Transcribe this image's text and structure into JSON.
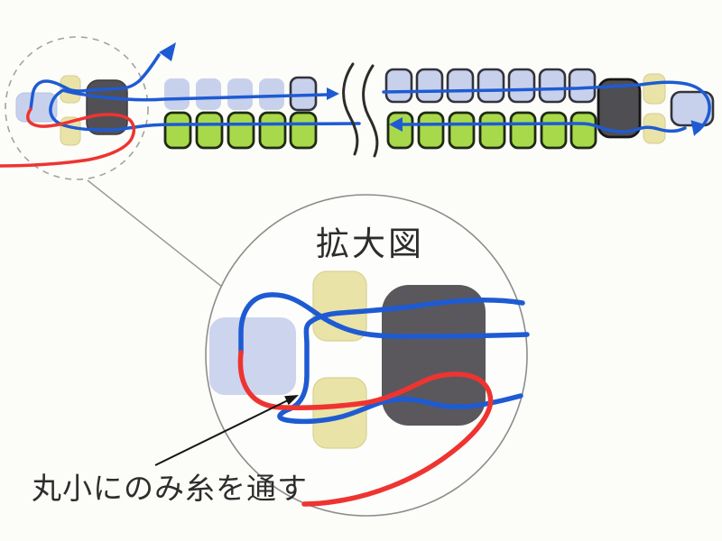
{
  "labels": {
    "magnified_view_title": "拡大図",
    "annotation": "丸小にのみ糸を通す"
  },
  "colors": {
    "thread_blue": "#1e5bd3",
    "thread_red": "#ee3431",
    "bead_light_blue": "#c8d1ec",
    "bead_green": "#a8d94b",
    "bead_yellow": "#e9e3a8",
    "bead_dark_gray": "#525055",
    "bead_outline_dark": "#26262e",
    "circle_outline": "#8d8d8d",
    "text": "#2d2d2d",
    "background": "#fcfcf9"
  },
  "figure": {
    "type": "beading-instruction-diagram",
    "top_row_left_bead_count": 5,
    "top_row_right_bead_count": 7,
    "bottom_row_left_bead_count": 5,
    "bottom_row_right_bead_count": 7,
    "has_break_mark": true,
    "has_magnified_view": true
  }
}
